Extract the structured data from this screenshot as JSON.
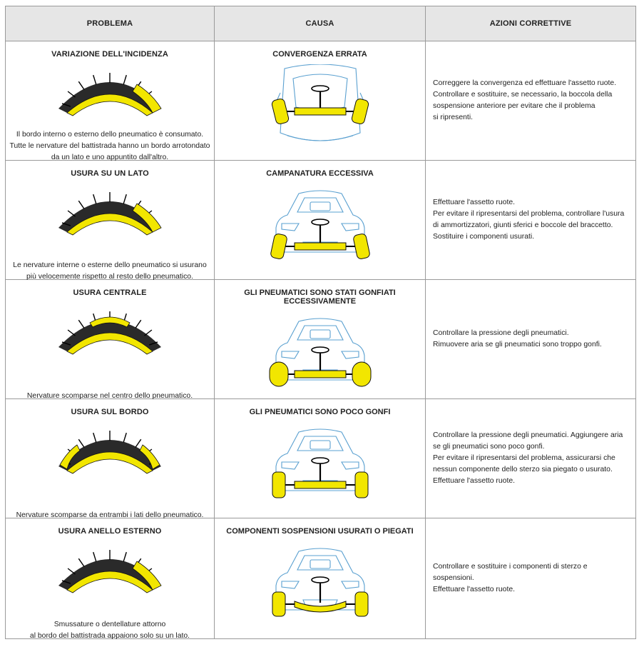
{
  "headers": {
    "problem": "PROBLEMA",
    "cause": "CAUSA",
    "actions": "AZIONI CORRETTIVE"
  },
  "rows": [
    {
      "problem_title": "VARIAZIONE DELL'INCIDENZA",
      "problem_desc": [
        "Il bordo interno o esterno dello pneumatico è consumato.",
        "Tutte le nervature del battistrada hanno un bordo arrotondato",
        "da un lato e uno appuntito dall'altro."
      ],
      "cause_title": "CONVERGENZA ERRATA",
      "actions": [
        "Correggere la convergenza ed effettuare l'assetto ruote.",
        "Controllare e sostituire, se necessario, la boccola della",
        "sospensione anteriore per evitare che il problema",
        "si ripresenti."
      ]
    },
    {
      "problem_title": "USURA SU UN LATO",
      "problem_desc": [
        "Le nervature interne o esterne dello pneumatico si usurano",
        "più velocemente rispetto al resto dello pneumatico."
      ],
      "cause_title": "CAMPANATURA ECCESSIVA",
      "actions": [
        "Effettuare l'assetto ruote.",
        "Per evitare il ripresentarsi del problema, controllare l'usura",
        "di ammortizzatori, giunti sferici e boccole del braccetto.",
        "Sostituire i componenti usurati."
      ]
    },
    {
      "problem_title": "USURA CENTRALE",
      "problem_desc": [
        "Nervature scomparse nel centro dello pneumatico."
      ],
      "cause_title": "GLI PNEUMATICI SONO STATI GONFIATI ECCESSIVAMENTE",
      "actions": [
        "Controllare la pressione degli pneumatici.",
        "Rimuovere aria se gli pneumatici sono troppo gonfi."
      ]
    },
    {
      "problem_title": "USURA SUL BORDO",
      "problem_desc": [
        "Nervature scomparse da entrambi i lati dello pneumatico."
      ],
      "cause_title": "GLI PNEUMATICI SONO POCO GONFI",
      "actions": [
        "Controllare la pressione degli pneumatici. Aggiungere aria",
        "se gli pneumatici sono poco gonfi.",
        "Per evitare il ripresentarsi del problema, assicurarsi che",
        "nessun componente dello sterzo sia piegato o usurato.",
        "Effettuare l'assetto ruote."
      ]
    },
    {
      "problem_title": "USURA ANELLO ESTERNO",
      "problem_desc": [
        "Smussature o dentellature attorno",
        "al bordo del battistrada appaiono solo su un lato."
      ],
      "cause_title": "COMPONENTI SOSPENSIONI USURATI O PIEGATI",
      "actions": [
        "Controllare e sostituire i componenti di sterzo e sospensioni.",
        "Effettuare l'assetto ruote."
      ]
    }
  ],
  "colors": {
    "tire_tread": "#f2e600",
    "tire_dark": "#2a2a2a",
    "car_outline": "#5aa0d0",
    "header_bg": "#e6e6e6"
  }
}
